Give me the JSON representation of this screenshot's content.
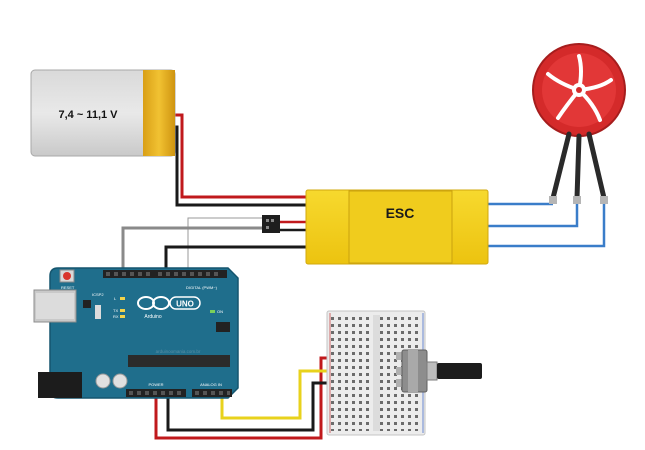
{
  "battery": {
    "label": "7,4 ~ 11,1 V"
  },
  "esc": {
    "label": "ESC"
  },
  "arduino": {
    "board_name": "UNO",
    "brand": "Arduino",
    "reset_label": "RESET",
    "icsp_label": "ICSP2",
    "l_label": "L",
    "tx_label": "TX",
    "rx_label": "RX",
    "on_label": "ON",
    "digital_label": "DIGITAL (PWM~)",
    "power_label": "POWER",
    "analog_label": "ANALOG IN",
    "watermark": "arduinoomania.com.br"
  },
  "colors": {
    "wire_red": "#c0191c",
    "wire_black": "#1a1a1a",
    "wire_gray": "#8a8a8a",
    "wire_yellow": "#e8d21c",
    "wire_blue": "#3a7dc9",
    "esc_body": "#f5d11a",
    "arduino_board": "#1f6e8c",
    "motor": "#d42a2a",
    "battery_gold": "#e8b623"
  }
}
